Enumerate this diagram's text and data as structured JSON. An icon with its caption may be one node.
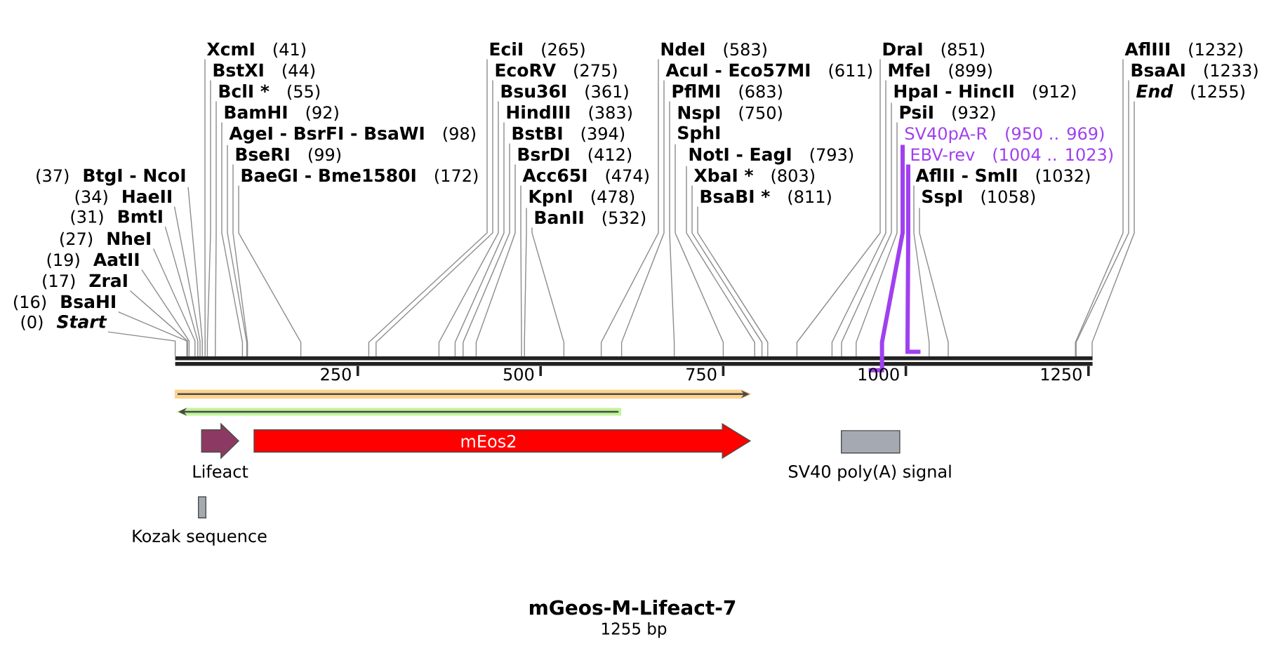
{
  "diagram": {
    "title": "mGeos-M-Lifeact-7",
    "caption": "1255 bp",
    "nodes": [
      {
        "text": [
          "Acc65I",
          "(474)"
        ]
      },
      {
        "text": [
          "DraI",
          "(851)"
        ]
      },
      {
        "text": [
          "KpnI",
          "(478)"
        ]
      },
      {
        "text": [
          "MfeI",
          "(899)"
        ]
      },
      {
        "text": [
          "BamHI",
          "(92)"
        ]
      },
      {
        "text": [
          "BanII",
          "(532)"
        ]
      },
      {
        "text": [
          "HpaI - HincII",
          "(912)"
        ]
      },
      {
        "text": [
          "AgeI - BsrFI - BsaWI",
          "(98)"
        ]
      },
      {
        "text": [
          "PsiI",
          "(932)"
        ]
      },
      {
        "text": [
          "BseRI",
          "(99)"
        ]
      },
      {
        "text": [
          "NdeI",
          "(583)"
        ]
      },
      {
        "text": [
          "AcuI - Eco57MI",
          "(611)"
        ]
      },
      {
        "text": [
          "SV40pA-R",
          "(950 .. 969)"
        ]
      },
      {
        "text": [
          "(37)",
          "BtgI - NcoI"
        ]
      },
      {
        "text": [
          "BaeGI - Bme1580I",
          "(172)"
        ]
      },
      {
        "text": [
          "(34)",
          "HaeII"
        ]
      },
      {
        "text": [
          "PflMI",
          "(683)"
        ]
      },
      {
        "text": [
          "EBV-rev",
          "(1004 .. 1023)"
        ]
      },
      {
        "text": [
          "EciI",
          "(265)"
        ]
      },
      {
        "text": [
          "(31)",
          "BmtI"
        ]
      },
      {
        "text": [
          "EcoRV",
          "(275)"
        ]
      },
      {
        "text": [
          "NspI",
          "(750)",
          "SphI"
        ]
      },
      {
        "text": [
          "AflII - SmlI",
          "(1032)"
        ]
      },
      {
        "text": [
          "(27)",
          "NheI"
        ]
      },
      {
        "text": [
          "SspI",
          "(1058)"
        ]
      },
      {
        "text": [
          "(19)",
          "AatII"
        ]
      },
      {
        "text": [
          "Bsu36I",
          "(361)"
        ]
      },
      {
        "text": [
          "(17)",
          "ZraI"
        ]
      },
      {
        "text": [
          "XcmI",
          "(41)"
        ]
      },
      {
        "text": [
          "HindIII",
          "(383)"
        ]
      },
      {
        "text": [
          "NotI - EagI",
          "(793)"
        ]
      },
      {
        "text": [
          "AflIII",
          "(1232)"
        ]
      },
      {
        "text": [
          "(16)",
          "BsaHI"
        ]
      },
      {
        "text": [
          "BstXI",
          "(44)"
        ]
      },
      {
        "text": [
          "BstBI",
          "(394)"
        ]
      },
      {
        "text": [
          "XbaI *",
          "(803)"
        ]
      },
      {
        "text": [
          "BsaAI",
          "(1233)"
        ]
      },
      {
        "text": [
          "(0)",
          "Start"
        ]
      },
      {
        "text": [
          "BclI *",
          "(55)"
        ]
      },
      {
        "text": [
          "BsrDI",
          "(412)"
        ]
      },
      {
        "text": [
          "BsaBI *",
          "(811)"
        ]
      },
      {
        "text": [
          "End",
          "(1255)"
        ]
      },
      {
        "text": [],
        "shape": "bar"
      },
      {
        "text": [],
        "shape": "arrow"
      },
      {
        "text": [],
        "shape": "arrow"
      },
      {
        "text": [],
        "shape": "arrow",
        "beside": [
          "Lifeact"
        ]
      },
      {
        "text": [
          "mEos2"
        ]
      },
      {
        "text": [],
        "shape": "box",
        "beside": [
          "SV40 poly(A) signal"
        ]
      },
      {
        "text": [],
        "shape": "box",
        "beside": [
          "Kozak sequence"
        ]
      }
    ],
    "edges": [
      {
        "from": 0,
        "to": 42,
        "arrow": "none"
      },
      {
        "from": 1,
        "to": 42,
        "arrow": "none"
      },
      {
        "from": 2,
        "to": 42,
        "arrow": "none"
      },
      {
        "from": 3,
        "to": 42,
        "arrow": "none"
      },
      {
        "from": 4,
        "to": 42,
        "arrow": "none"
      },
      {
        "from": 5,
        "to": 42,
        "arrow": "none"
      },
      {
        "from": 6,
        "to": 42,
        "arrow": "none"
      },
      {
        "from": 7,
        "to": 42,
        "arrow": "none"
      },
      {
        "from": 8,
        "to": 42,
        "arrow": "none"
      },
      {
        "from": 9,
        "to": 42,
        "arrow": "none"
      },
      {
        "from": 10,
        "to": 42,
        "arrow": "none"
      },
      {
        "from": 11,
        "to": 42,
        "arrow": "none"
      },
      {
        "from": 12,
        "to": 42,
        "arrow": "none",
        "style": "thick",
        "color": "#a040f0"
      },
      {
        "from": 13,
        "to": 42,
        "arrow": "none"
      },
      {
        "from": 14,
        "to": 42,
        "arrow": "none"
      },
      {
        "from": 15,
        "to": 42,
        "arrow": "none"
      },
      {
        "from": 16,
        "to": 42,
        "arrow": "none"
      },
      {
        "from": 17,
        "to": 42,
        "arrow": "none",
        "style": "thick",
        "color": "#a040f0"
      },
      {
        "from": 18,
        "to": 42,
        "arrow": "none"
      },
      {
        "from": 19,
        "to": 42,
        "arrow": "none"
      },
      {
        "from": 20,
        "to": 42,
        "arrow": "none"
      },
      {
        "from": 21,
        "to": 42,
        "arrow": "none"
      },
      {
        "from": 22,
        "to": 42,
        "arrow": "none"
      },
      {
        "from": 23,
        "to": 42,
        "arrow": "none"
      },
      {
        "from": 24,
        "to": 42,
        "arrow": "none"
      },
      {
        "from": 25,
        "to": 42,
        "arrow": "none"
      },
      {
        "from": 26,
        "to": 42,
        "arrow": "none"
      },
      {
        "from": 27,
        "to": 42,
        "arrow": "none"
      },
      {
        "from": 28,
        "to": 42,
        "arrow": "none"
      },
      {
        "from": 29,
        "to": 42,
        "arrow": "none"
      },
      {
        "from": 30,
        "to": 42,
        "arrow": "none"
      },
      {
        "from": 31,
        "to": 42,
        "arrow": "none"
      },
      {
        "from": 32,
        "to": 42,
        "arrow": "none"
      },
      {
        "from": 33,
        "to": 42,
        "arrow": "none"
      },
      {
        "from": 34,
        "to": 42,
        "arrow": "none"
      },
      {
        "from": 35,
        "to": 42,
        "arrow": "none"
      },
      {
        "from": 36,
        "to": 42,
        "arrow": "none"
      },
      {
        "from": 37,
        "to": 42,
        "arrow": "none"
      },
      {
        "from": 38,
        "to": 42,
        "arrow": "none"
      },
      {
        "from": 39,
        "to": 42,
        "arrow": "none"
      },
      {
        "from": 40,
        "to": 42,
        "arrow": "none"
      },
      {
        "from": 41,
        "to": 42,
        "arrow": "none"
      }
    ],
    "labels": [
      "250",
      "500",
      "750",
      "1000",
      "1250"
    ]
  }
}
